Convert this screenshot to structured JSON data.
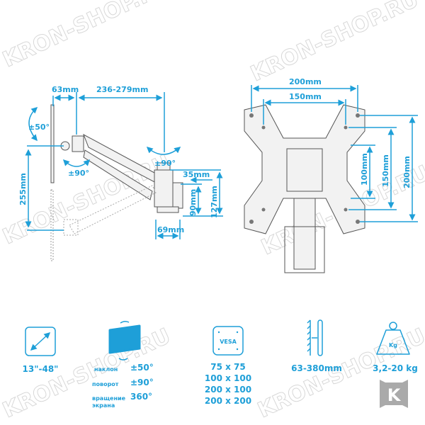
{
  "watermark": "KRON-SHOP.RU",
  "side_view": {
    "d_63": "63mm",
    "d_reach": "236-279mm",
    "tilt": "±50°",
    "swivel_head": "±90°",
    "swivel_wall": "±90°",
    "d_255": "255mm",
    "d_35": "35mm",
    "d_90": "90mm",
    "d_127": "127mm",
    "d_69": "69mm"
  },
  "front_view": {
    "w_200": "200mm",
    "w_150": "150mm",
    "h_100": "100mm",
    "h_150": "150mm",
    "h_200": "200mm"
  },
  "specs": {
    "size": "13\"-48\"",
    "tilt_label": "наклон",
    "tilt_value": "±50°",
    "swivel_label": "поворот",
    "swivel_value": "±90°",
    "rotation_label_1": "вращение",
    "rotation_label_2": "экрана",
    "rotation_value": "360°",
    "vesa_icon": "VESA",
    "vesa": [
      "75 x 75",
      "100 x 100",
      "200 x 100",
      "200 x 200"
    ],
    "distance": "63-380mm",
    "weight_icon": "Kg",
    "weight": "3,2-20 kg",
    "brand_logo": "K"
  },
  "colors": {
    "accent": "#1e9fd8"
  }
}
